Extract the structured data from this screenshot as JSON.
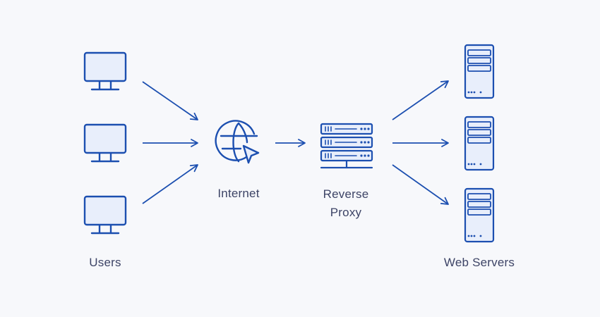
{
  "colors": {
    "background": "#f7f8fb",
    "stroke": "#1c4fb0",
    "fill": "#e8eefb",
    "label_text": "#3d4466"
  },
  "labels": {
    "users": "Users",
    "internet": "Internet",
    "reverse_proxy_line1": "Reverse",
    "reverse_proxy_line2": "Proxy",
    "web_servers": "Web Servers"
  },
  "nodes": {
    "users": [
      "user-computer-1",
      "user-computer-2",
      "user-computer-3"
    ],
    "internet": "globe-cursor-icon",
    "reverse_proxy": "server-rack-icon",
    "web_servers": [
      "web-server-1",
      "web-server-2",
      "web-server-3"
    ]
  }
}
